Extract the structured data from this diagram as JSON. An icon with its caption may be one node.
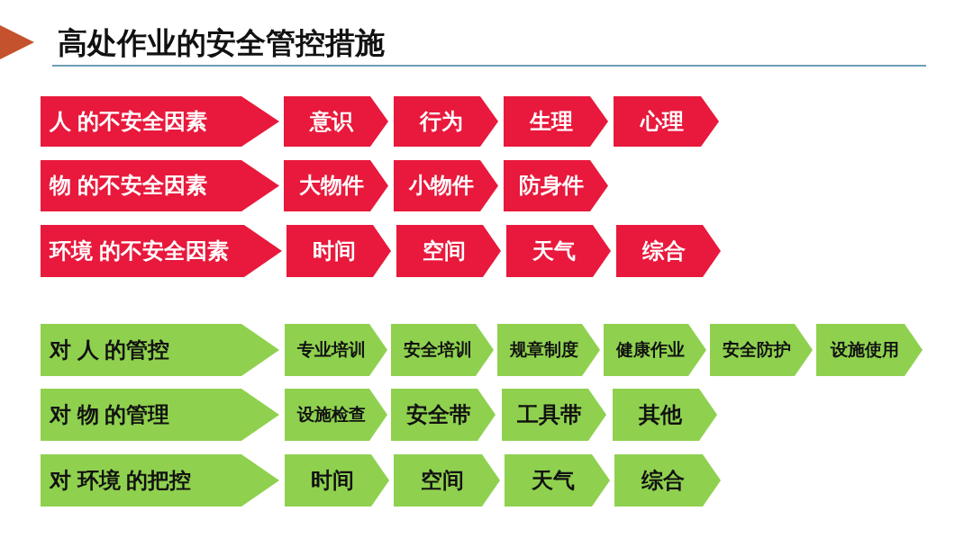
{
  "diagram": {
    "title": "高处作业的安全管控措施",
    "nodes": [
      {
        "text": [
          "人 的不安全因素"
        ]
      },
      {
        "text": [
          "意识"
        ]
      },
      {
        "text": [
          "行为"
        ]
      },
      {
        "text": [
          "生理"
        ]
      },
      {
        "text": [
          "心理"
        ]
      },
      {
        "text": [
          "物 的不安全因素"
        ]
      },
      {
        "text": [
          "大物件"
        ]
      },
      {
        "text": [
          "小物件"
        ]
      },
      {
        "text": [
          "防身件"
        ]
      },
      {
        "text": [
          "环境 的不安全因素"
        ]
      },
      {
        "text": [
          "时间"
        ]
      },
      {
        "text": [
          "空间"
        ]
      },
      {
        "text": [
          "天气"
        ]
      },
      {
        "text": [
          "综合"
        ]
      },
      {
        "text": [
          "对 人 的管控"
        ]
      },
      {
        "text": [
          "专业培训"
        ]
      },
      {
        "text": [
          "安全培训"
        ]
      },
      {
        "text": [
          "规章制度"
        ]
      },
      {
        "text": [
          "健康作业"
        ]
      },
      {
        "text": [
          "安全防护"
        ]
      },
      {
        "text": [
          "设施使用"
        ]
      },
      {
        "text": [
          "对 物 的管理"
        ]
      },
      {
        "text": [
          "设施检查"
        ]
      },
      {
        "text": [
          "安全带"
        ]
      },
      {
        "text": [
          "工具带"
        ]
      },
      {
        "text": [
          "其他"
        ]
      },
      {
        "text": [
          "对 环境 的把控"
        ]
      },
      {
        "text": [
          "时间"
        ]
      },
      {
        "text": [
          "空间"
        ]
      },
      {
        "text": [
          "天气"
        ]
      },
      {
        "text": [
          "综合"
        ]
      }
    ]
  }
}
